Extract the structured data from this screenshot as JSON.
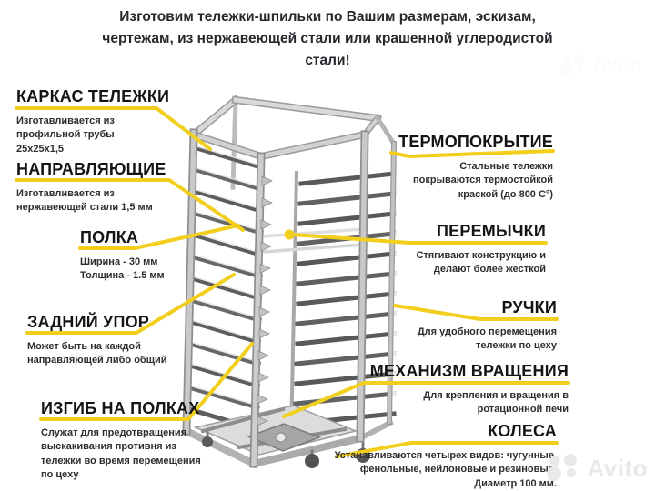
{
  "title": "Изготовим тележки-шпильки по Вашим размерам, эскизам,\nчертежам, из нержавеющей стали или крашенной углеродистой\nстали!",
  "labels": {
    "left": [
      {
        "heading": "КАРКАС ТЕЛЕЖКИ",
        "description": "Изготавливается из\nпрофильной трубы\n25х25х1,5"
      },
      {
        "heading": "НАПРАВЛЯЮЩИЕ",
        "description": "Изготавливается из\nнержавеющей стали 1,5 мм"
      },
      {
        "heading": "ПОЛКА",
        "description": "Ширина - 30 мм\nТолщина - 1.5 мм"
      },
      {
        "heading": "ЗАДНИЙ УПОР",
        "description": "Может быть на каждой\nнаправляющей либо общий"
      },
      {
        "heading": "ИЗГИБ НА ПОЛКАХ",
        "description": "Служат для предотвращения\nвыскакивания противня из\nтележки во время перемещения\nпо цеху"
      }
    ],
    "right": [
      {
        "heading": "ТЕРМОПОКРЫТИЕ",
        "description": "Стальные тележки\nпокрываются термостойкой\nкраской (до 800 С°)"
      },
      {
        "heading": "ПЕРЕМЫЧКИ",
        "description": "Стягивают конструкцию и\nделают более жесткой"
      },
      {
        "heading": "РУЧКИ",
        "description": "Для удобного перемещения\nтележки по цеху"
      },
      {
        "heading": "МЕХАНИЗМ ВРАЩЕНИЯ",
        "description": "Для крепления и вращения в\nротационной печи"
      },
      {
        "heading": "КОЛЕСА",
        "description": "Устанавливаются четырех видов: чугунные,\nфенольные, нейлоновые и резиновые.\nДиаметр 100 мм."
      }
    ]
  },
  "watermark": {
    "brand": "Avito"
  },
  "colors": {
    "accent_yellow": "#f1cf1c",
    "heading_text": "#141414",
    "body_text": "#2e2e2e",
    "watermark_gray": "#e9e9e9"
  }
}
